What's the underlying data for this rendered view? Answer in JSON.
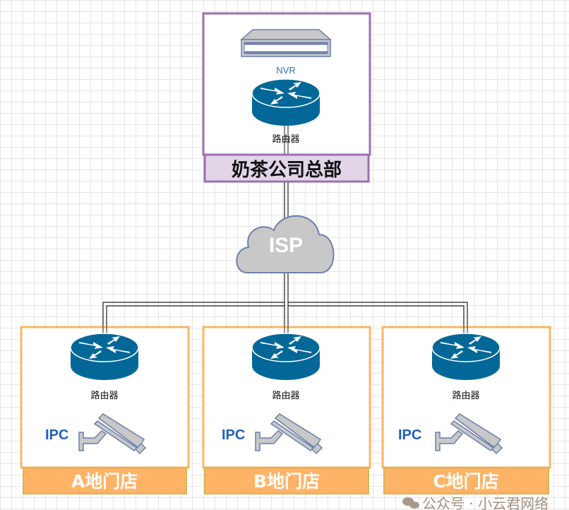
{
  "headquarters": {
    "title": "奶茶公司总部",
    "nvr_label": "NVR",
    "router_label": "路由器"
  },
  "isp": {
    "label": "ISP"
  },
  "branches": [
    {
      "title": "A地门店",
      "router_label": "路由器",
      "camera_label": "IPC"
    },
    {
      "title": "B地门店",
      "router_label": "路由器",
      "camera_label": "IPC"
    },
    {
      "title": "C地门店",
      "router_label": "路由器",
      "camera_label": "IPC"
    }
  ],
  "watermark": "公众号 · 小云君网络",
  "colors": {
    "hq_border": "#9c6fb0",
    "hq_fill": "#e1d5e7",
    "branch_border": "#f8b766",
    "branch_fill": "#ffb366",
    "router": "#036897",
    "device_gray": "#c8c8c8",
    "device_stroke": "#6c7fae",
    "label_blue": "#1f5fbf"
  }
}
